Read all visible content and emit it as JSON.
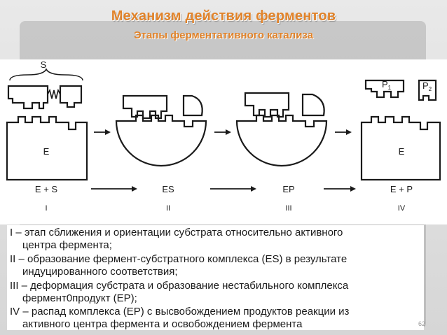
{
  "title": "Механизм действия ферментов",
  "subtitle": "Этапы ферментативного катализа",
  "diagram": {
    "label_substrate": "S",
    "label_enzyme_left": "E",
    "label_enzyme_right": "E",
    "label_p1": "P",
    "label_p1_sub": "1",
    "label_p2": "P",
    "label_p2_sub": "2",
    "stages": [
      {
        "formula": "E + S",
        "roman": "I"
      },
      {
        "formula": "ES",
        "roman": "II"
      },
      {
        "formula": "EP",
        "roman": "III"
      },
      {
        "formula": "E + P",
        "roman": "IV"
      }
    ]
  },
  "description": {
    "lines": [
      "I – этап сближения и ориентации субстрата относительно активного",
      "центра фермента;",
      "II – образование фермент-субстратного комплекса (ES) в результате",
      "индуцированного соответствия;",
      "III – деформация субстрата и образование нестабильного комплекса",
      "фермент0продукт (ЕР);",
      "IV – распад комплекса (ЕР) с высвобождением продуктов реакции из",
      "активного центра фермента и освобождением фермента"
    ]
  },
  "page_number": "62"
}
